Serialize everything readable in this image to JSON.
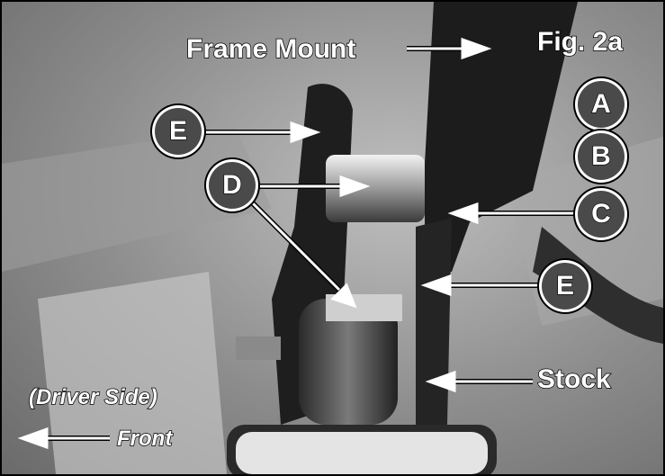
{
  "figure_label": "Fig. 2a",
  "labels": {
    "frame_mount": "Frame Mount",
    "stock": "Stock",
    "driver_side": "(Driver Side)",
    "front": "Front"
  },
  "callouts": [
    "A",
    "B",
    "C",
    "E",
    "D",
    "E"
  ],
  "colors": {
    "label_fill": "#ffffff",
    "label_outline": "#000000",
    "callout_fill": "#4a4a4a"
  }
}
